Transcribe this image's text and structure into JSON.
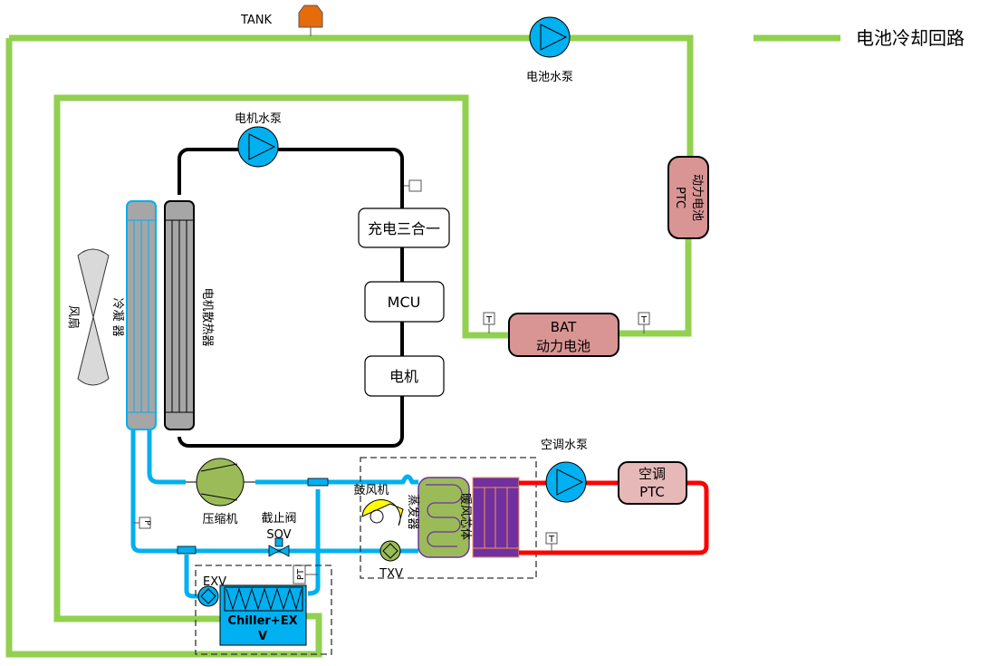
{
  "legend": {
    "label": "电池冷却回路",
    "color": "#92d050"
  },
  "colors": {
    "coolant_battery": "#92d050",
    "refrigerant": "#00b0f0",
    "motor_loop": "#000000",
    "heater_loop": "#ff0000",
    "tank": "#e46c0a",
    "battery": "#d99594"
  },
  "labels": {
    "tank": "TANK",
    "battery_pump": "电池水泵",
    "motor_pump": "电机水泵",
    "obc": "充电三合一",
    "mcu": "MCU",
    "motor": "电机",
    "fan": "风扇",
    "condenser": "冷凝 器",
    "motor_radiator": "电机散热器",
    "battery_ptc_1": "动力电池",
    "battery_ptc_2": "PTC",
    "bat_1": "BAT",
    "bat_2": "动力电池",
    "compressor": "压缩机",
    "shutoff_valve": "截止阀",
    "sov": "SOV",
    "exv": "EXV",
    "pt": "PT",
    "chiller_1": "Chiller+EX",
    "chiller_2": "V",
    "blower": "鼓风机",
    "evaporator": "蒸发器",
    "heater_core": "暖风芯体",
    "txv": "TXV",
    "ac_pump": "空调水泵",
    "ac_ptc_1": "空调",
    "ac_ptc_2": "PTC",
    "sensor_t": "T",
    "sensor_p": "P"
  }
}
